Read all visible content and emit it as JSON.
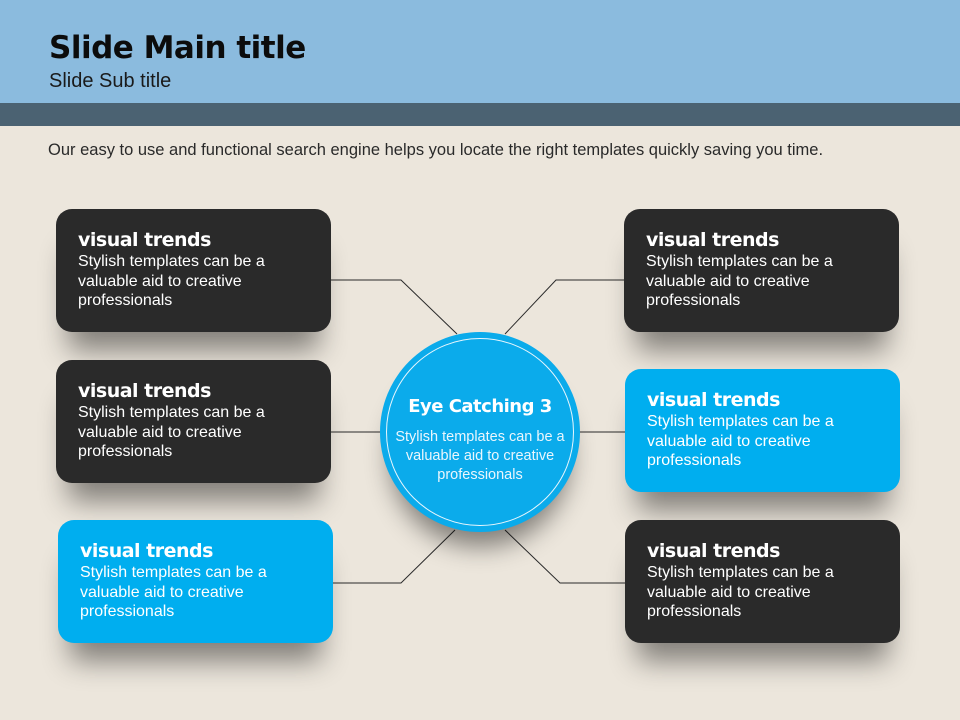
{
  "header": {
    "title": "Slide Main title",
    "subtitle": "Slide Sub title"
  },
  "description": "Our easy to use and functional search engine helps you locate the right templates quickly saving you time.",
  "center": {
    "title": "Eye  Catching 3",
    "text": "Stylish templates can be a valuable aid to creative professionals"
  },
  "boxes": [
    {
      "title": "visual trends",
      "text": "Stylish templates can be a valuable aid to creative professionals"
    },
    {
      "title": "visual trends",
      "text": "Stylish templates can be a valuable aid to creative professionals"
    },
    {
      "title": "visual trends",
      "text": "Stylish templates can be a valuable aid to creative professionals"
    },
    {
      "title": "visual trends",
      "text": "Stylish templates can be a valuable aid to creative professionals"
    },
    {
      "title": "visual trends",
      "text": "Stylish templates can be a valuable aid to creative professionals"
    },
    {
      "title": "visual trends",
      "text": "Stylish templates can be a valuable aid to creative professionals"
    }
  ],
  "colors": {
    "accent": "#00aeef",
    "dark": "#2a2a2a",
    "header": "#8bbbde",
    "band": "#4b6272"
  }
}
